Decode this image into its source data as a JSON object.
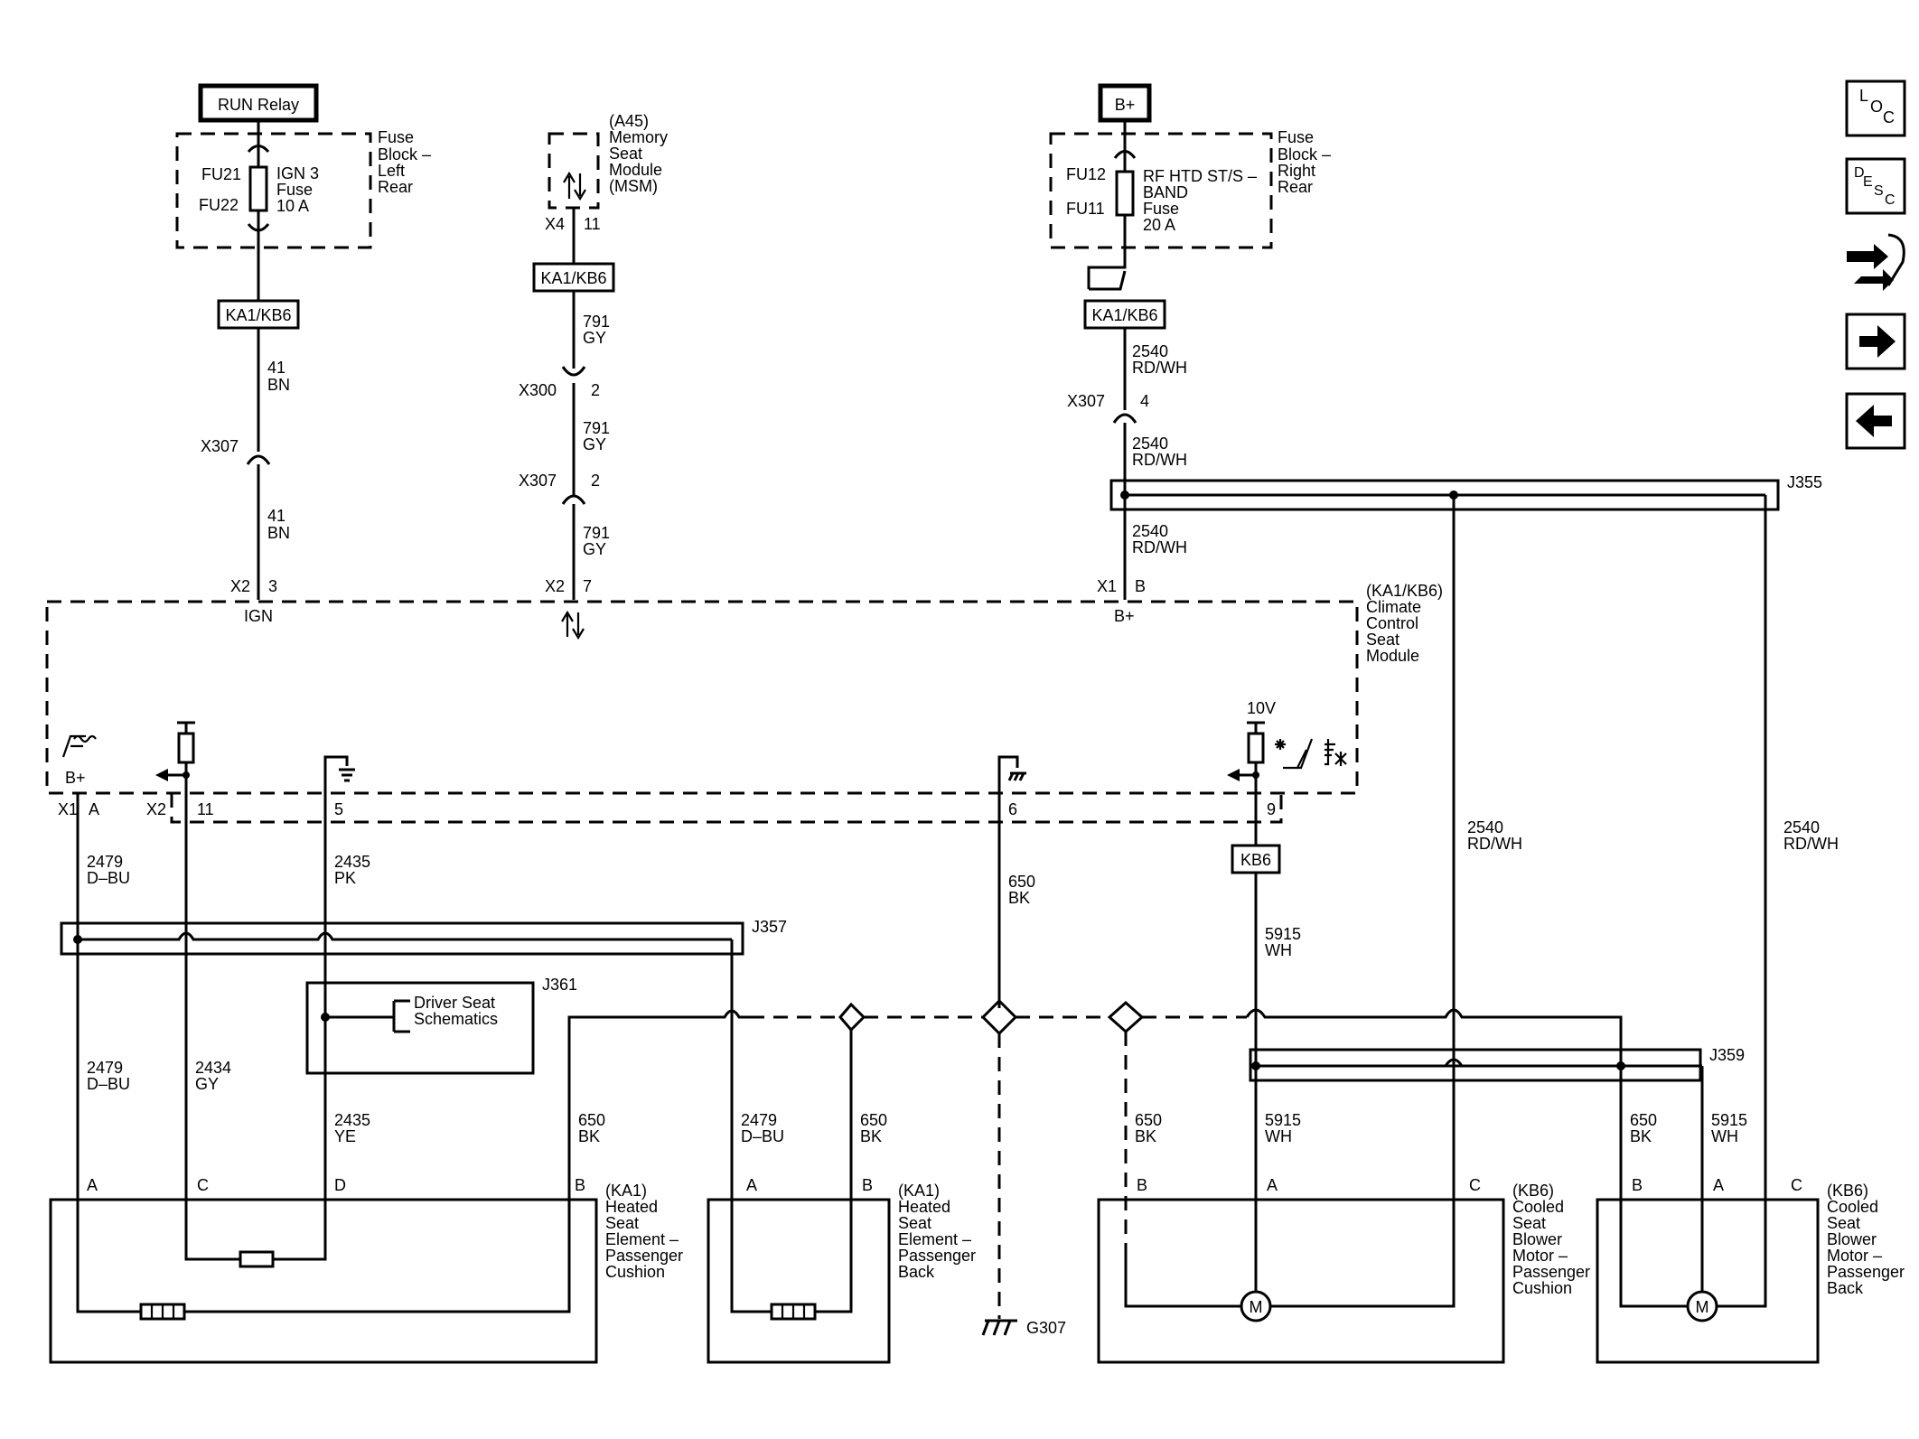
{
  "relays": {
    "run": "RUN Relay",
    "bplus": "B+"
  },
  "fuse_left": {
    "fu_top": "FU21",
    "fu_bot": "FU22",
    "name": [
      "IGN 3",
      "Fuse",
      "10 A"
    ],
    "block": [
      "Fuse",
      "Block –",
      "Left",
      "Rear"
    ]
  },
  "fuse_right": {
    "fu_top": "FU12",
    "fu_bot": "FU11",
    "name": [
      "RF HTD ST/S –",
      "BAND",
      "Fuse",
      "20 A"
    ],
    "block": [
      "Fuse",
      "Block –",
      "Right",
      "Rear"
    ]
  },
  "msm": {
    "lines": [
      "(A45)",
      "Memory",
      "Seat",
      "Module",
      "(MSM)"
    ],
    "conn": "X4",
    "pin": "11"
  },
  "option": {
    "ka1kb6": "KA1/KB6",
    "kb6": "KB6"
  },
  "wires": {
    "w41": "41",
    "bn": "BN",
    "w791": "791",
    "gy": "GY",
    "w2540": "2540",
    "rdwh": "RD/WH",
    "w2479": "2479",
    "dbu": "D–BU",
    "w2435": "2435",
    "pk": "PK",
    "ye": "YE",
    "w2434": "2434",
    "w650": "650",
    "bk": "BK",
    "w5915": "5915",
    "wh": "WH"
  },
  "connectors": {
    "x307": "X307",
    "x300": "X300",
    "x2": "X2",
    "x1": "X1",
    "pin2": "2",
    "pin3": "3",
    "pin4": "4",
    "pin7": "7",
    "pinB": "B",
    "pinA": "A",
    "pin11": "11",
    "pin5": "5",
    "pin6": "6",
    "pin9": "9"
  },
  "module": {
    "lines": [
      "(KA1/KB6)",
      "Climate",
      "Control",
      "Seat",
      "Module"
    ],
    "ign": "IGN",
    "bplus": "B+",
    "v10": "10V"
  },
  "splices": {
    "j355": "J355",
    "j357": "J357",
    "j361": "J361",
    "j359": "J359"
  },
  "driver_seat": [
    "Driver Seat",
    "Schematics"
  ],
  "ground": "G307",
  "components": {
    "heat_cushion": [
      "(KA1)",
      "Heated",
      "Seat",
      "Element –",
      "Passenger",
      "Cushion"
    ],
    "heat_back": [
      "(KA1)",
      "Heated",
      "Seat",
      "Element –",
      "Passenger",
      "Back"
    ],
    "cool_cushion": [
      "(KB6)",
      "Cooled",
      "Seat",
      "Blower",
      "Motor –",
      "Passenger",
      "Cushion"
    ],
    "cool_back": [
      "(KB6)",
      "Cooled",
      "Seat",
      "Blower",
      "Motor –",
      "Passenger",
      "Back"
    ],
    "pinC": "C",
    "pinD": "D",
    "motor": "M"
  },
  "nav": {
    "loc": [
      "L",
      "O",
      "C"
    ],
    "desc": [
      "D",
      "E",
      "S",
      "C"
    ],
    "icons": [
      "connector-icon",
      "forward-arrow-icon",
      "back-arrow-icon"
    ]
  }
}
